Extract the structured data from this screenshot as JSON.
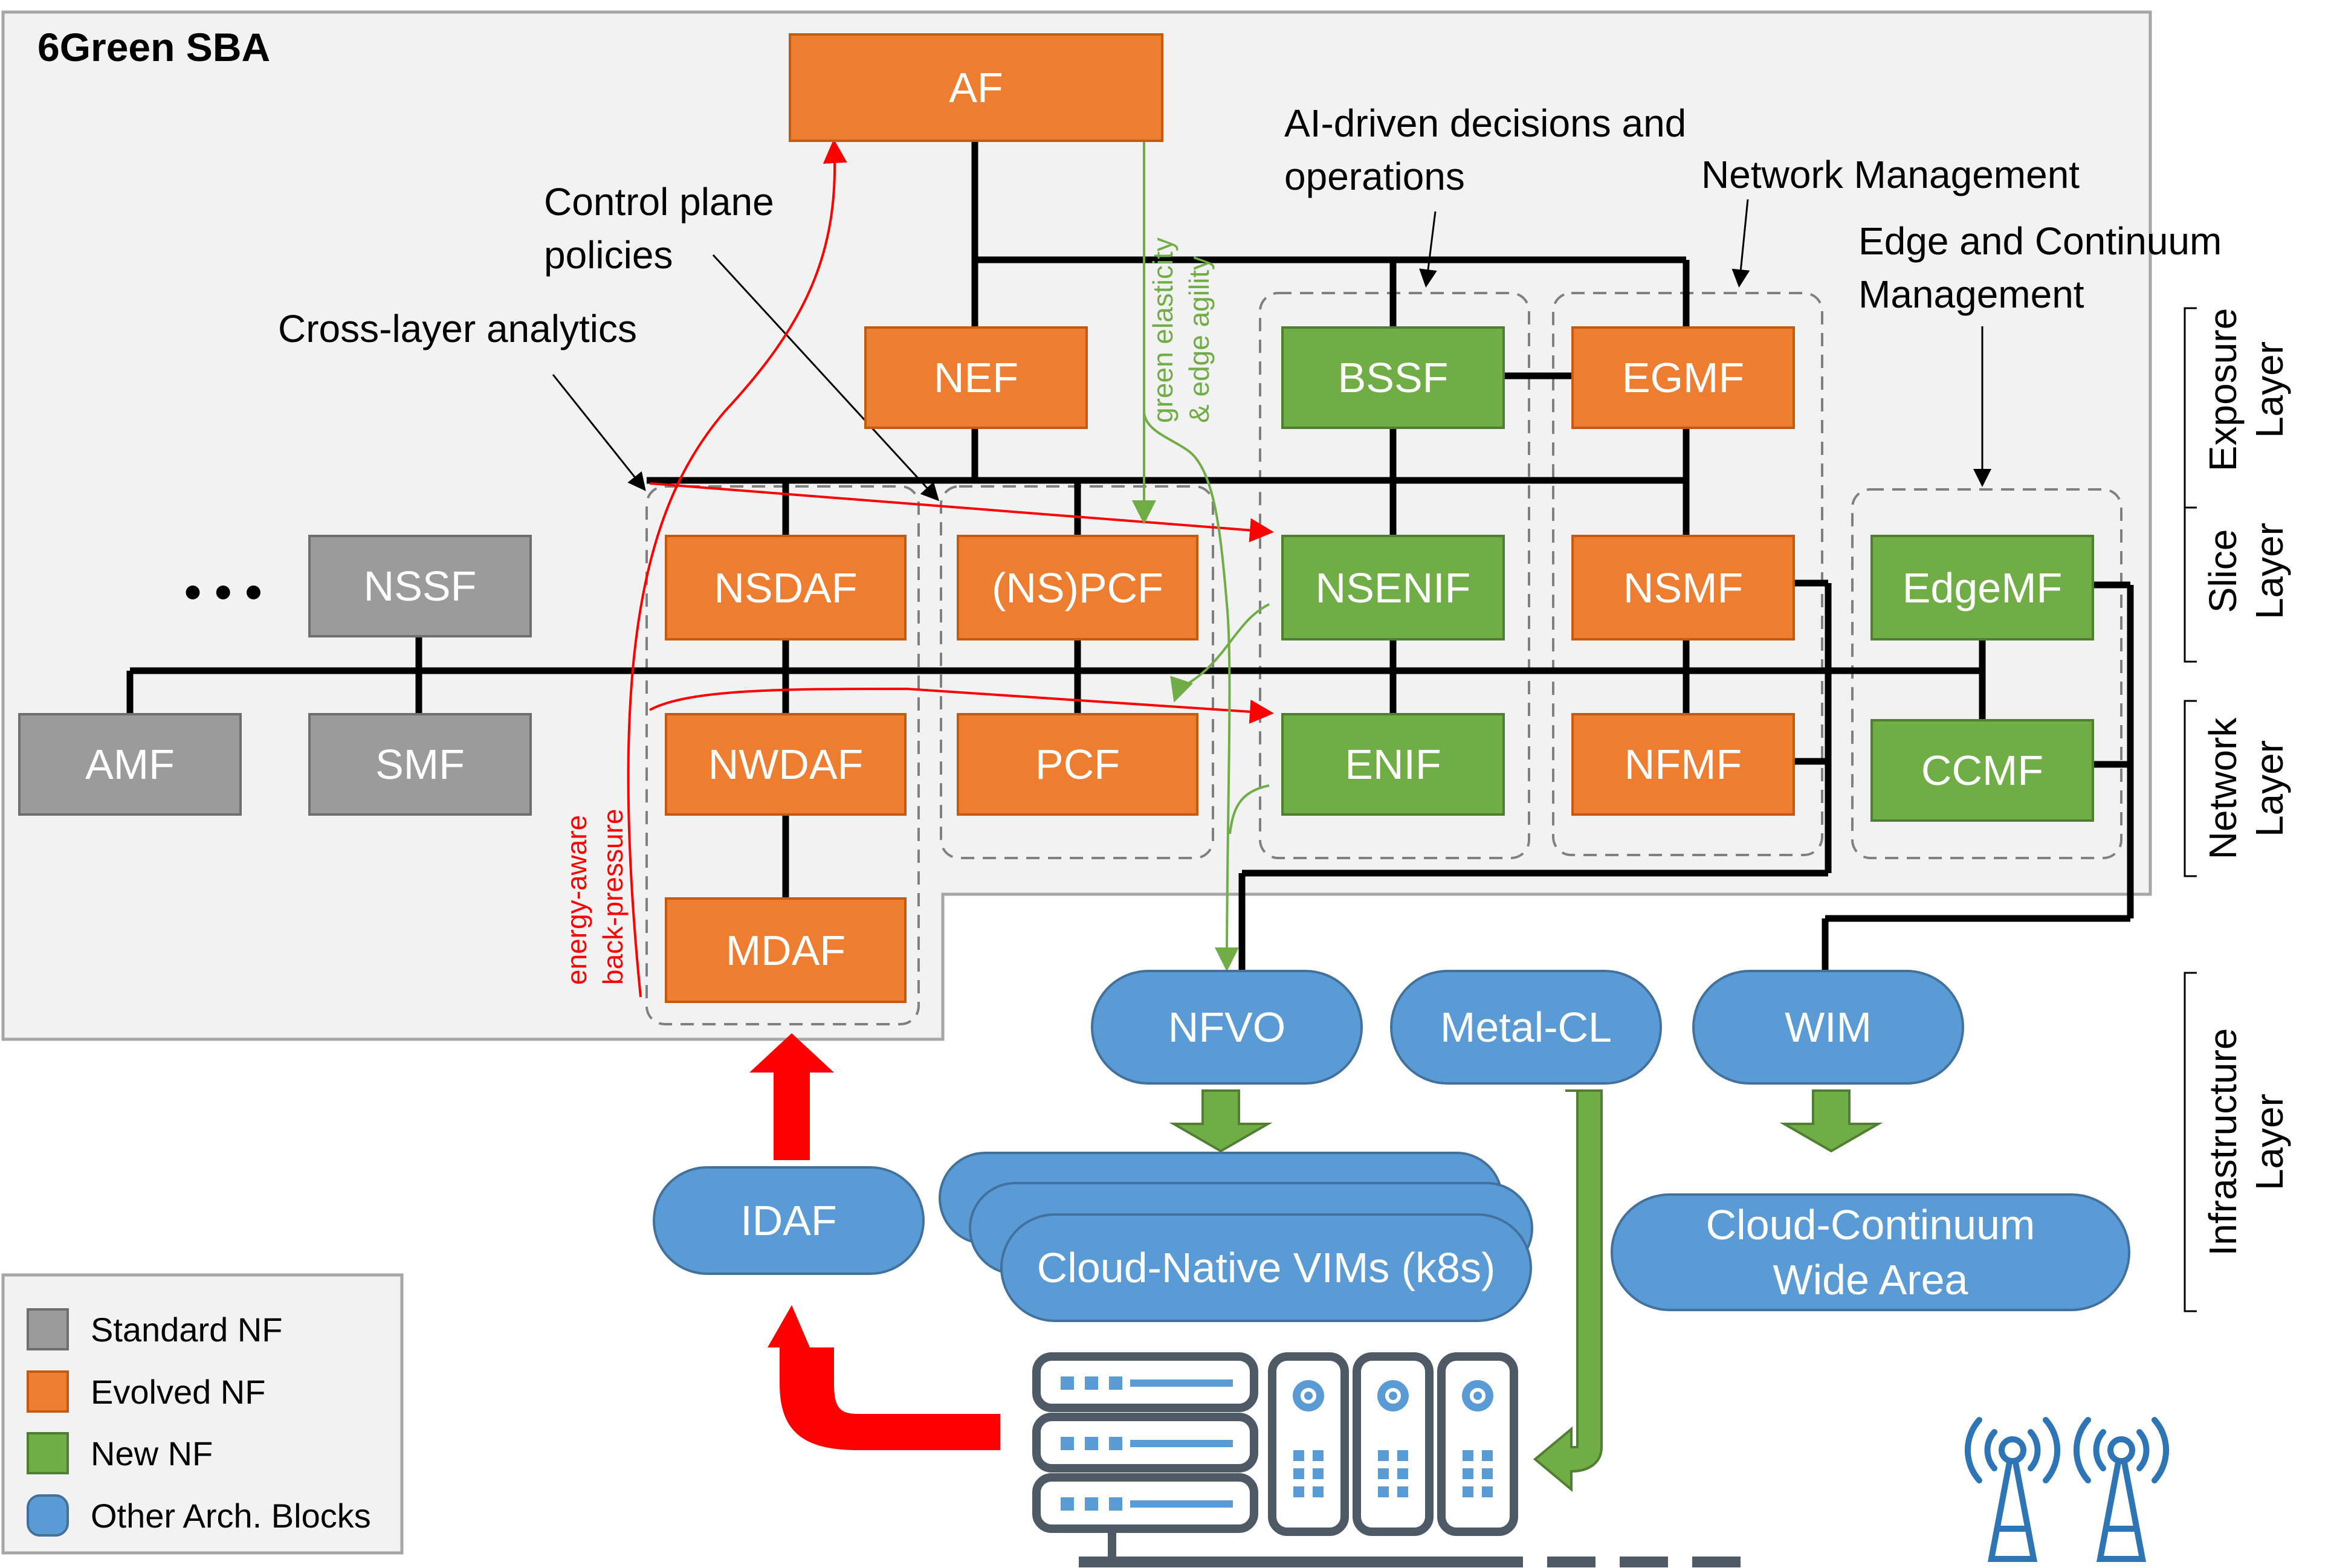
{
  "title": "6Green SBA",
  "colors": {
    "standard": "#9b9b9b",
    "evolved": "#ed7d31",
    "new": "#70ad47",
    "other": "#5b9bd5",
    "feedback": "#ff0000",
    "green_flow": "#70ad47"
  },
  "nfs": {
    "af": "AF",
    "nef": "NEF",
    "nssf": "NSSF",
    "amf": "AMF",
    "smf": "SMF",
    "nsdaf": "NSDAF",
    "nwdaf": "NWDAF",
    "mdaf": "MDAF",
    "nspcf": "(NS)PCF",
    "pcf": "PCF",
    "bssf": "BSSF",
    "nsenif": "NSENIF",
    "enif": "ENIF",
    "egmf": "EGMF",
    "nsmf": "NSMF",
    "nfmf": "NFMF",
    "edgemf": "EdgeMF",
    "ccmf": "CCMF",
    "dots": "• • •"
  },
  "blocks": {
    "nfvo": "NFVO",
    "metalcl": "Metal-CL",
    "wim": "WIM",
    "idaf": "IDAF",
    "vims": "Cloud-Native VIMs (k8s)",
    "ccwa_line1": "Cloud-Continuum",
    "ccwa_line2": "Wide Area"
  },
  "annotations": {
    "control_plane_1": "Control plane",
    "control_plane_2": "policies",
    "cross_layer": "Cross-layer analytics",
    "ai_1": "AI-driven decisions and",
    "ai_2": "operations",
    "netmgmt": "Network Management",
    "edge_1": "Edge and Continuum",
    "edge_2": "Management",
    "green_1": "green elasticity",
    "green_2": "& edge agility",
    "energy_1": "energy-aware",
    "energy_2": "back-pressure"
  },
  "layers": {
    "exposure_1": "Exposure",
    "exposure_2": "Layer",
    "slice_1": "Slice",
    "slice_2": "Layer",
    "network_1": "Network",
    "network_2": "Layer",
    "infra_1": "Infrastructure",
    "infra_2": "Layer"
  },
  "legend": {
    "standard": "Standard NF",
    "evolved": "Evolved NF",
    "new": "New NF",
    "other": "Other Arch. Blocks"
  },
  "icons": [
    "server-rack-icon",
    "antenna-tower-icon"
  ]
}
